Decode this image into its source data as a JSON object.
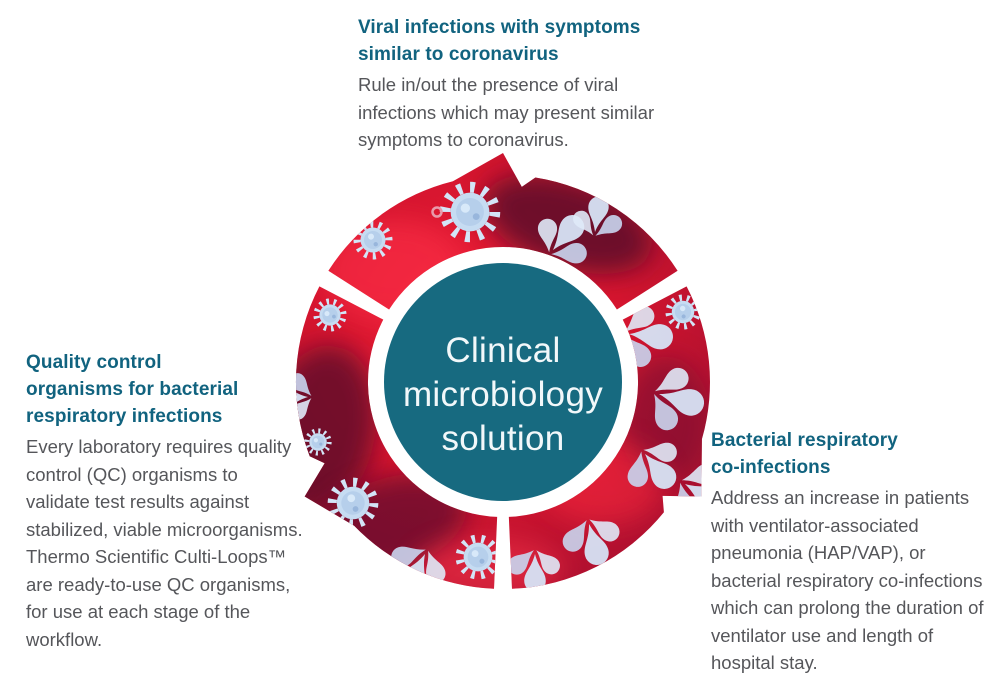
{
  "diagram": {
    "center_circle": {
      "lines": [
        "Clinical",
        "microbiology",
        "solution"
      ]
    },
    "colors": {
      "teal_circle": "#176a80",
      "center_text": "#f2f8fa",
      "heading_text": "#11637f",
      "body_text": "#55565a",
      "ring_red_bright": "#e51b33",
      "ring_red_base": "#c41330",
      "ring_red_dark": "#8c0f2e",
      "ring_maroon_patch": "#5c0a2c",
      "virus_blue": "#c6dcf2",
      "virus_spike": "#d3e5f7",
      "background": "#ffffff"
    }
  },
  "sections": [
    {
      "id": "viral-infections",
      "heading": "Viral infections with symptoms\nsimilar to coronavirus",
      "body": "Rule in/out the presence of viral infections which may present similar symptoms to coronavirus."
    },
    {
      "id": "quality-control",
      "heading": "Quality control\norganisms for bacterial\nrespiratory infections",
      "body": "Every laboratory requires quality control (QC) organisms to validate test results against stabilized, viable microorganisms. Thermo Scientific Culti-Loops™ are ready-to-use QC organisms, for use at each stage of the workflow."
    },
    {
      "id": "bacterial-coinfections",
      "heading": "Bacterial respiratory\nco-infections",
      "body": "Address an increase in patients with ventilator-associated pneumonia (HAP/VAP), or bacterial respiratory co-infections which can prolong the duration of ventilator use and length of hospital stay."
    }
  ]
}
